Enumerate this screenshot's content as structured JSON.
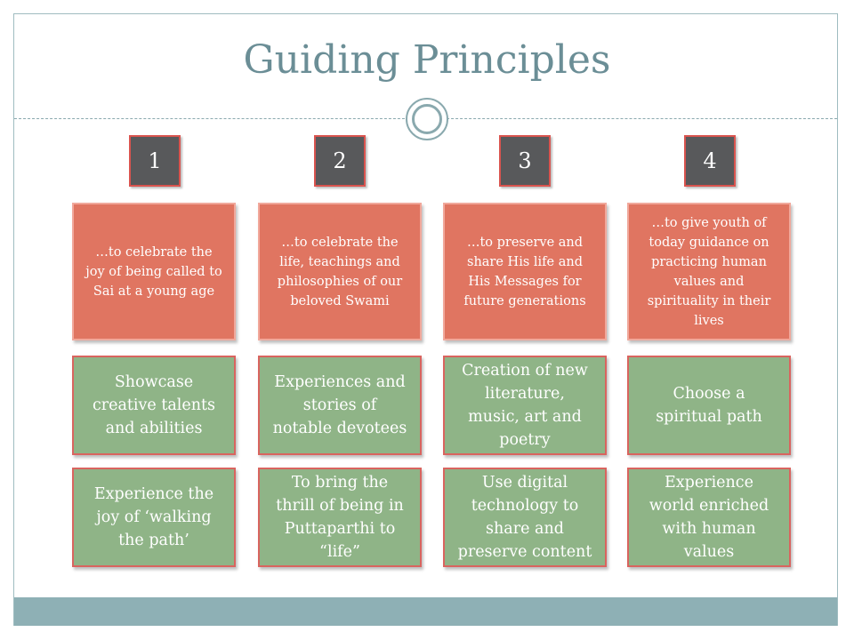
{
  "slide": {
    "title": "Guiding Principles"
  },
  "columns": [
    {
      "number": "1",
      "aim": "…to celebrate the joy of being called to Sai at a young age",
      "activity1": "Showcase creative talents and abilities",
      "activity2": "Experience the joy of ‘walking the path’"
    },
    {
      "number": "2",
      "aim": "…to celebrate the life, teachings and philosophies of our beloved Swami",
      "activity1": "Experiences and stories of notable devotees",
      "activity2": "To bring the thrill of being in Puttaparthi to “life”"
    },
    {
      "number": "3",
      "aim": "…to preserve and share His life and His Messages for future generations",
      "activity1": "Creation of new literature, music, art and poetry",
      "activity2": "Use digital technology to share and preserve content"
    },
    {
      "number": "4",
      "aim": "…to give youth of today guidance on practicing human values and spirituality in their lives",
      "activity1": "Choose a spiritual path",
      "activity2": "Experience world enriched with human values"
    }
  ],
  "colors": {
    "title": "#6b8e96",
    "number_box": "#58595b",
    "aim_box": "#e07561",
    "activity_box": "#8fb487",
    "footer_bar": "#8eb0b5"
  }
}
